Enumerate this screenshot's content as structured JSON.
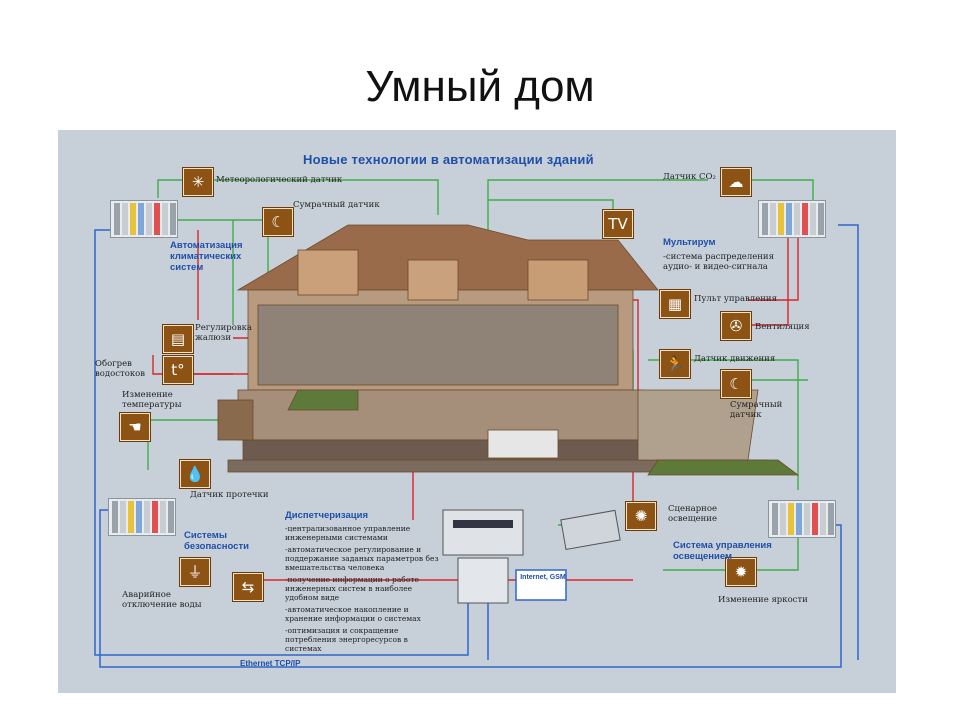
{
  "slide_title": "Умный дом",
  "diagram": {
    "title": "Новые технологии в автоматизации зданий",
    "labels": {
      "meteo": "Метеорологический датчик",
      "twilight_top": "Сумрачный датчик",
      "climate_title": "Автоматизация климатических систем",
      "blinds": "Регулировка жалюзи",
      "gutter_heating": "Обогрев водостоков",
      "temp_change": "Изменение температуры",
      "leak_sensor": "Датчик протечки",
      "security_title": "Системы безопасности",
      "water_cutoff": "Аварийное отключение воды",
      "co2_sensor": "Датчик CO₂",
      "multiroom_title": "Мультирум",
      "multiroom_desc": "-система распределения аудио- и видео-сигнала",
      "remote": "Пульт управления",
      "ventilation": "Вентиляция",
      "motion": "Датчик движения",
      "twilight_right": "Сумрачный датчик",
      "scenario_light": "Сценарное освещение",
      "lighting_title": "Система управления освещением",
      "brightness": "Изменение яркости",
      "internet_gsm": "Internet, GSM",
      "ethernet": "Ethernet TCP/IP",
      "tv": "TV"
    },
    "dispatch": {
      "title": "Диспетчеризация",
      "items": [
        "-централизованное управление инженерными системами",
        "-автоматическое регулирование и поддержание заданых параметров без вмешательства человека",
        "-получение информации о работе инженерных систем в наиболее удобном виде",
        "-автоматическое накопление и хранение информации о системах",
        "-оптимизация и сокращение потребления энергоресурсов в системах"
      ]
    },
    "icons": {
      "meteo": "snowflake-icon",
      "twilight": "moon-icon",
      "blinds": "blinds-icon",
      "gutter": "thermo-icon",
      "temp": "hand-icon",
      "leak": "drop-icon",
      "security": "cutoff-icon",
      "co2": "co2-icon",
      "tv": "tv-icon",
      "remote": "remote-icon",
      "fan": "fan-icon",
      "motion": "motion-icon",
      "lamp": "lamp-icon",
      "dimmer": "dimmer-icon"
    },
    "colors": {
      "green_wire": "#3fae49",
      "red_wire": "#d8262b",
      "blue_wire": "#2f66c9",
      "icon_bg": "#8c5314",
      "title_blue": "#1f4fa8"
    }
  }
}
